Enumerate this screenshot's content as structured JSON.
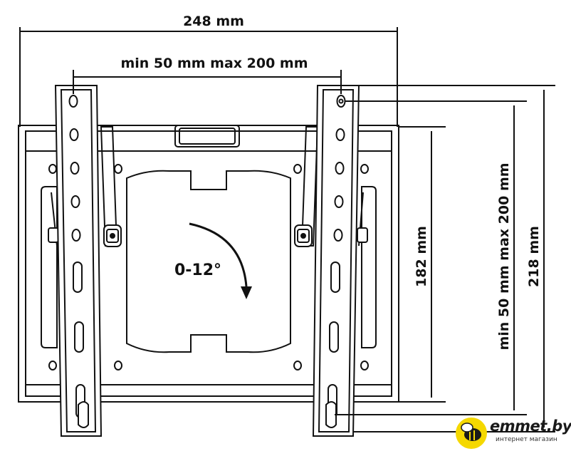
{
  "dimensions": {
    "width_total": "248 mm",
    "horizontal_hole_range": "min 50 mm max 200 mm",
    "height_plate": "182 mm",
    "vertical_hole_range": "min 50 mm max 200 mm",
    "height_total": "218 mm"
  },
  "tilt_angle": "0-12°",
  "watermark": {
    "brand": "emmet.by",
    "tagline": "интернет магазин"
  },
  "colors": {
    "line": "#111111",
    "logo_accent": "#f5d800"
  }
}
